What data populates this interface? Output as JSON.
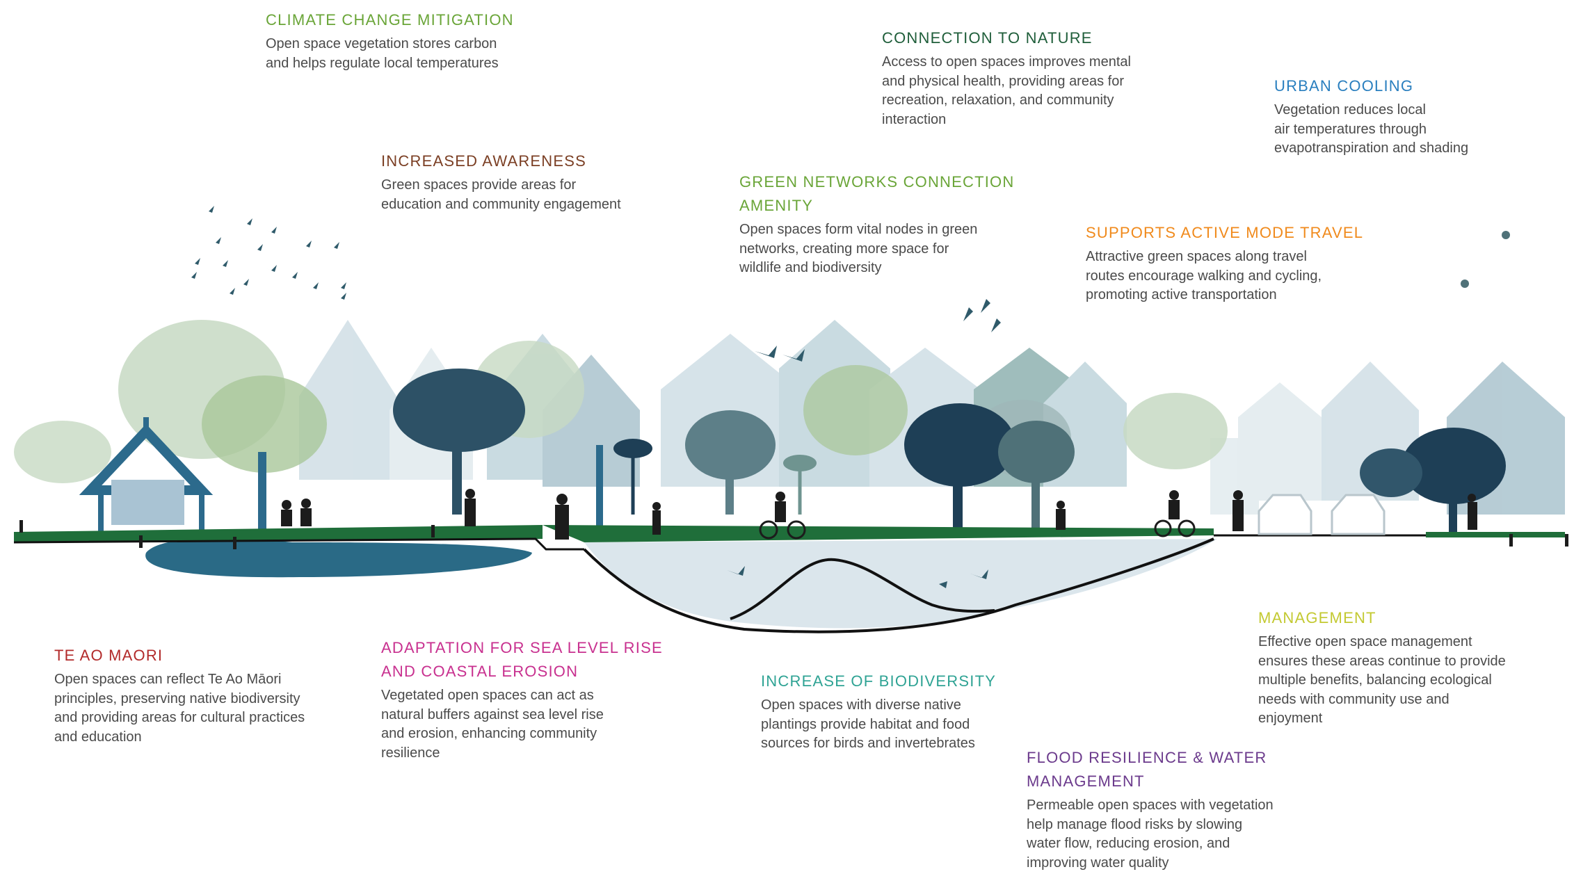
{
  "labels": {
    "climate": {
      "title": "CLIMATE CHANGE MITIGATION",
      "body": "Open space vegetation stores carbon\nand helps regulate local temperatures",
      "color": "#6aa538"
    },
    "awareness": {
      "title": "INCREASED AWARENESS",
      "body": "Green spaces provide areas for\neducation and community engagement",
      "color": "#7b3f24"
    },
    "connection": {
      "title": "CONNECTION TO NATURE",
      "body": "Access to open spaces improves mental\nand physical health, providing areas for\nrecreation, relaxation, and community\ninteraction",
      "color": "#1f5e3a"
    },
    "green_networks": {
      "title": "GREEN NETWORKS CONNECTION\nAMENITY",
      "body": "Open spaces form vital nodes in green\nnetworks, creating more space for\nwildlife and biodiversity",
      "color": "#6aa538"
    },
    "urban_cooling": {
      "title": "URBAN COOLING",
      "body": "Vegetation reduces local\nair temperatures through\nevapotranspiration and shading",
      "color": "#2a7fbf"
    },
    "active_travel": {
      "title": "SUPPORTS ACTIVE MODE TRAVEL",
      "body": "Attractive green spaces along travel\nroutes encourage walking and cycling,\npromoting active transportation",
      "color": "#f08a1c"
    },
    "te_ao_maori": {
      "title": "TE AO MAORI",
      "body": "Open spaces can reflect Te Ao Māori\nprinciples, preserving native biodiversity\nand providing areas for cultural practices\nand education",
      "color": "#b22a2a"
    },
    "sea_level": {
      "title": "ADAPTATION FOR SEA LEVEL RISE\nAND COASTAL EROSION",
      "body": "Vegetated open spaces can act as\nnatural buffers against sea level rise\nand erosion, enhancing community\nresilience",
      "color": "#c8308f"
    },
    "biodiversity": {
      "title": "INCREASE OF BIODIVERSITY",
      "body": "Open spaces with diverse native\nplantings provide habitat and food\nsources for birds and invertebrates",
      "color": "#2fa394"
    },
    "flood": {
      "title": "FLOOD RESILIENCE & WATER\nMANAGEMENT",
      "body": "Permeable open spaces with vegetation\nhelp manage flood risks by slowing\nwater flow, reducing erosion, and\nimproving water quality",
      "color": "#6b3a8c"
    },
    "management": {
      "title": "MANAGEMENT",
      "body": "Effective open space management\nensures these areas continue to provide\nmultiple benefits, balancing ecological\nneeds with community use and\nenjoyment",
      "color": "#c3c931"
    }
  },
  "palette": {
    "ground": "#1f6e3a",
    "water": "#dbe6ec",
    "house_light": "#c9dae2",
    "house_mid": "#9fbcc8",
    "house_teal": "#7fa8a6",
    "tree_dark": "#1e3f56",
    "tree_mid": "#5d7f88",
    "tree_light": "#a9c79a",
    "tree_pale": "#c7d9c3",
    "silhouette": "#1c1c1c",
    "bird": "#2f5a6a",
    "whare": "#2c6a8c"
  }
}
